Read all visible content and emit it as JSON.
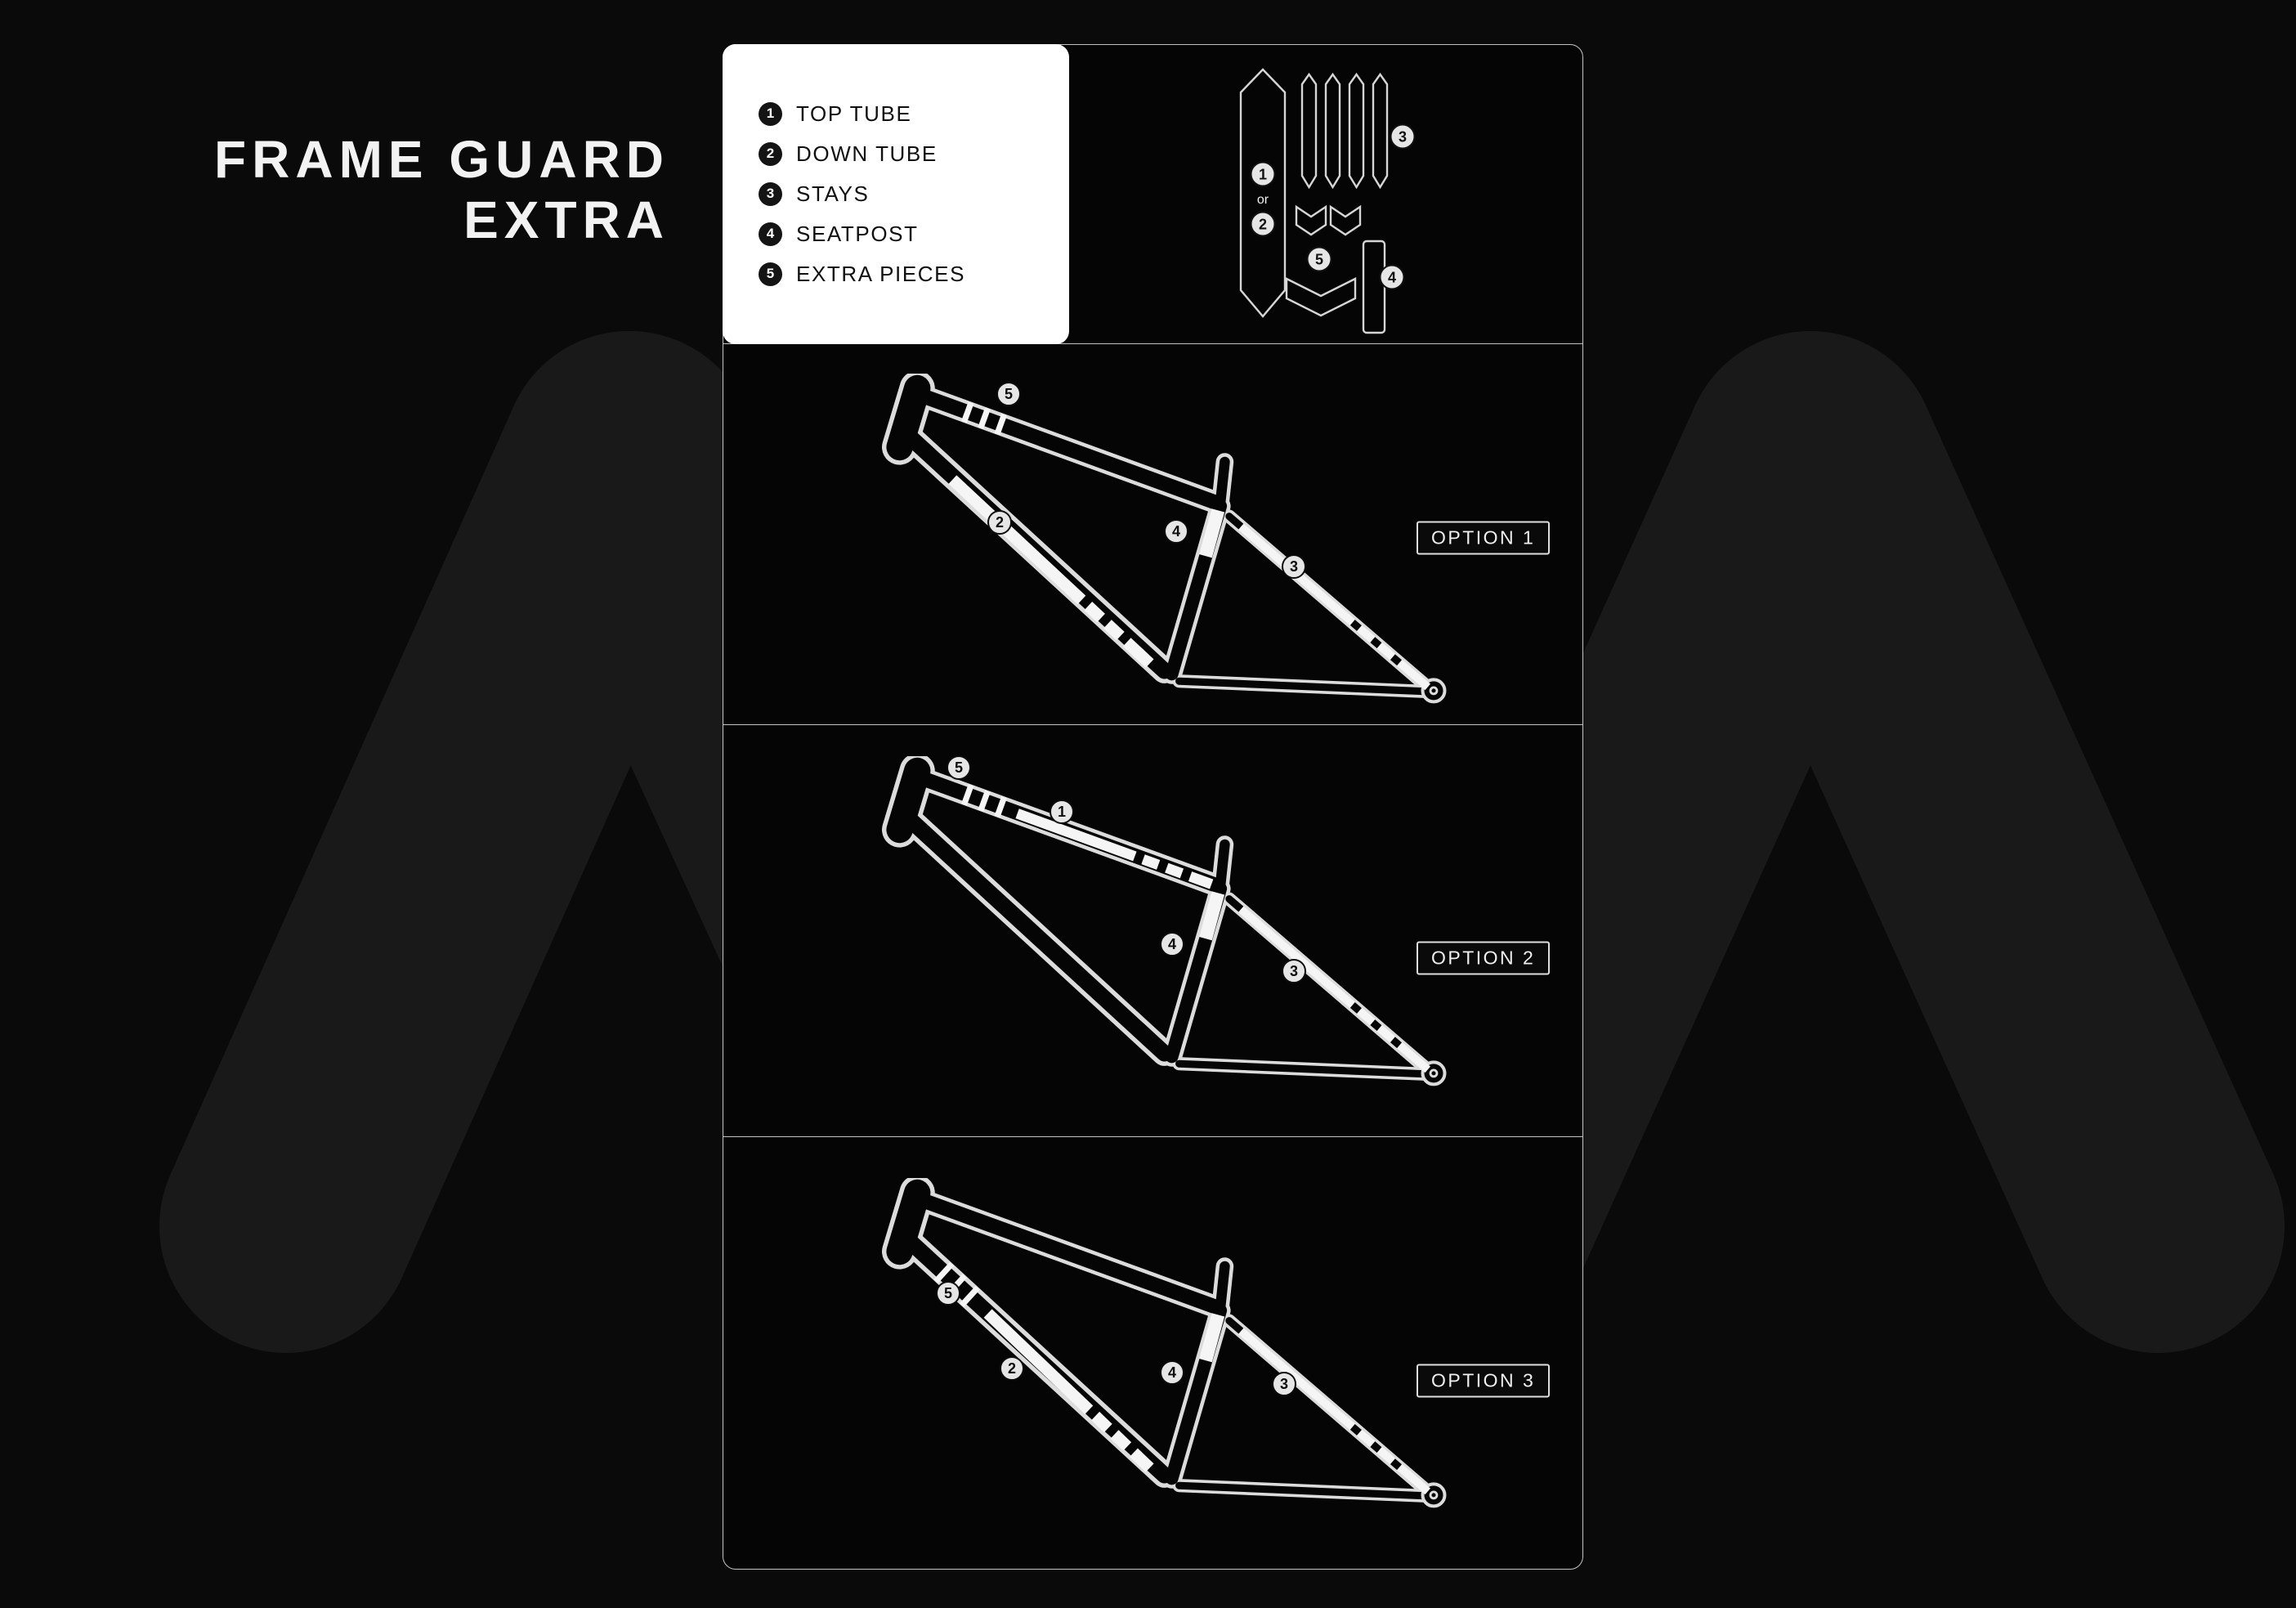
{
  "title": {
    "line1": "FRAME GUARD",
    "line2": "EXTRA"
  },
  "legend": {
    "items": [
      {
        "num": "1",
        "label": "TOP TUBE"
      },
      {
        "num": "2",
        "label": "DOWN TUBE"
      },
      {
        "num": "3",
        "label": "STAYS"
      },
      {
        "num": "4",
        "label": "SEATPOST"
      },
      {
        "num": "5",
        "label": "EXTRA PIECES"
      }
    ]
  },
  "pieces": {
    "main_top": "1",
    "main_mid": "or",
    "main_bottom": "2",
    "stays": "3",
    "extra": "5",
    "seatpost": "4"
  },
  "options": [
    {
      "label": "OPTION 1",
      "callouts": [
        "5",
        "2",
        "4",
        "3"
      ]
    },
    {
      "label": "OPTION 2",
      "callouts": [
        "5",
        "1",
        "4",
        "3"
      ]
    },
    {
      "label": "OPTION 3",
      "callouts": [
        "5",
        "2",
        "4",
        "3"
      ]
    }
  ],
  "colors": {
    "background": "#0a0a0a",
    "watermark": "#191919",
    "panel": "#050505",
    "outline": "#d6d6d6",
    "guard_white": "#f5f5f5",
    "legend_bg": "#ffffff",
    "text_dark": "#101010"
  }
}
